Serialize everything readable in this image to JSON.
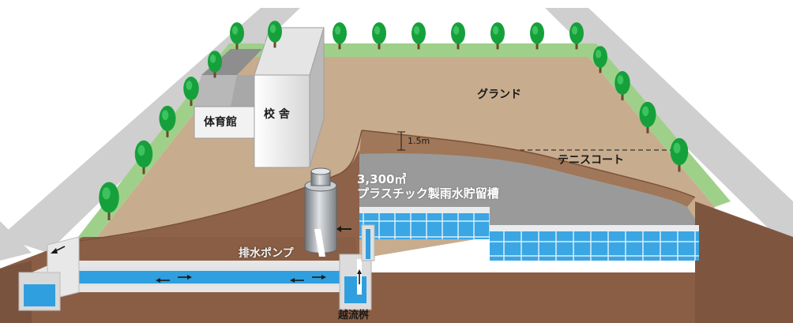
{
  "labels": {
    "gymnasium": "体育館",
    "school_building": "校 舎",
    "ground": "グランド",
    "depth": "1.5m",
    "tennis_court": "テニスコート",
    "tank_capacity": "3,300㎥",
    "tank_name": "プラスチック製雨水貯留槽",
    "drain_pump": "排水ポンプ",
    "overflow_basin": "越流桝"
  },
  "colors": {
    "ground": "#c8ac8e",
    "soil": "#8e6248",
    "road": "#c8c8c8",
    "grass": "#9fd08a",
    "tree": "#16a03c",
    "water": "#2f9fdf",
    "tank_surface": "#9a9a9a"
  }
}
